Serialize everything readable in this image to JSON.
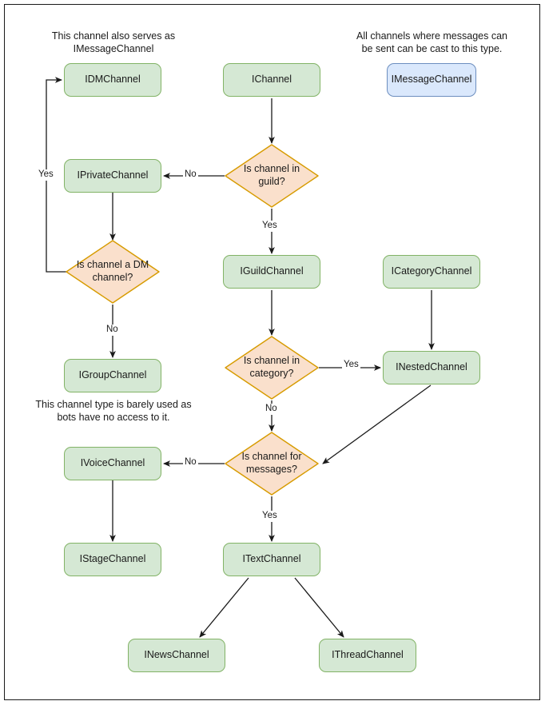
{
  "diagram": {
    "title": "Discord channel type decision flowchart",
    "colors": {
      "node_fill_green": "#d5e8d4",
      "node_stroke_green": "#82b366",
      "node_fill_blue": "#dae8fc",
      "node_stroke_blue": "#6c8ebf",
      "decision_fill_orange": "#fae0cc",
      "decision_stroke_orange": "#d79b00",
      "edge_color": "#1a1a1a",
      "text_color": "#1a1a1a",
      "background": "#ffffff",
      "frame_border": "#1a1a1a"
    },
    "notes": [
      {
        "id": "note-dm",
        "text": "This channel also serves as IMessageChannel"
      },
      {
        "id": "note-message",
        "text": "All channels where messages can be sent can be cast to this type."
      },
      {
        "id": "note-group",
        "text": "This channel type is barely used as bots have no access to it."
      }
    ],
    "nodes": [
      {
        "id": "idmchannel",
        "label": "IDMChannel",
        "shape": "rect",
        "style": "green"
      },
      {
        "id": "ichannel",
        "label": "IChannel",
        "shape": "rect",
        "style": "green"
      },
      {
        "id": "imessagechannel",
        "label": "IMessageChannel",
        "shape": "rect",
        "style": "blue"
      },
      {
        "id": "iprivatechannel",
        "label": "IPrivateChannel",
        "shape": "rect",
        "style": "green"
      },
      {
        "id": "iguildchannel",
        "label": "IGuildChannel",
        "shape": "rect",
        "style": "green"
      },
      {
        "id": "icategorychannel",
        "label": "ICategoryChannel",
        "shape": "rect",
        "style": "green"
      },
      {
        "id": "igroupchannel",
        "label": "IGroupChannel",
        "shape": "rect",
        "style": "green"
      },
      {
        "id": "inestedchannel",
        "label": "INestedChannel",
        "shape": "rect",
        "style": "green"
      },
      {
        "id": "ivoicechannel",
        "label": "IVoiceChannel",
        "shape": "rect",
        "style": "green"
      },
      {
        "id": "istagechannel",
        "label": "IStageChannel",
        "shape": "rect",
        "style": "green"
      },
      {
        "id": "itextchannel",
        "label": "ITextChannel",
        "shape": "rect",
        "style": "green"
      },
      {
        "id": "inewschannel",
        "label": "INewsChannel",
        "shape": "rect",
        "style": "green"
      },
      {
        "id": "ithreadchannel",
        "label": "IThreadChannel",
        "shape": "rect",
        "style": "green"
      },
      {
        "id": "d-guild",
        "label": "Is channel in guild?",
        "shape": "diamond",
        "style": "orange"
      },
      {
        "id": "d-dm",
        "label": "Is channel a DM channel?",
        "shape": "diamond",
        "style": "orange"
      },
      {
        "id": "d-category",
        "label": "Is channel in category?",
        "shape": "diamond",
        "style": "orange"
      },
      {
        "id": "d-messages",
        "label": "Is channel for messages?",
        "shape": "diamond",
        "style": "orange"
      }
    ],
    "edge_labels": [
      {
        "id": "lbl-guild-no",
        "text": "No"
      },
      {
        "id": "lbl-guild-yes",
        "text": "Yes"
      },
      {
        "id": "lbl-dm-yes",
        "text": "Yes"
      },
      {
        "id": "lbl-dm-no",
        "text": "No"
      },
      {
        "id": "lbl-category-yes",
        "text": "Yes"
      },
      {
        "id": "lbl-category-no",
        "text": "No"
      },
      {
        "id": "lbl-messages-no",
        "text": "No"
      },
      {
        "id": "lbl-messages-yes",
        "text": "Yes"
      }
    ],
    "edges": [
      {
        "from": "ichannel",
        "to": "d-guild",
        "label": ""
      },
      {
        "from": "d-guild",
        "to": "iprivatechannel",
        "label": "No"
      },
      {
        "from": "d-guild",
        "to": "iguildchannel",
        "label": "Yes"
      },
      {
        "from": "iprivatechannel",
        "to": "d-dm",
        "label": ""
      },
      {
        "from": "d-dm",
        "to": "idmchannel",
        "label": "Yes"
      },
      {
        "from": "d-dm",
        "to": "igroupchannel",
        "label": "No"
      },
      {
        "from": "iguildchannel",
        "to": "d-category",
        "label": ""
      },
      {
        "from": "d-category",
        "to": "inestedchannel",
        "label": "Yes"
      },
      {
        "from": "d-category",
        "to": "d-messages",
        "label": "No"
      },
      {
        "from": "icategorychannel",
        "to": "inestedchannel",
        "label": ""
      },
      {
        "from": "inestedchannel",
        "to": "d-messages",
        "label": ""
      },
      {
        "from": "d-messages",
        "to": "ivoicechannel",
        "label": "No"
      },
      {
        "from": "d-messages",
        "to": "itextchannel",
        "label": "Yes"
      },
      {
        "from": "ivoicechannel",
        "to": "istagechannel",
        "label": ""
      },
      {
        "from": "itextchannel",
        "to": "inewschannel",
        "label": ""
      },
      {
        "from": "itextchannel",
        "to": "ithreadchannel",
        "label": ""
      }
    ]
  }
}
